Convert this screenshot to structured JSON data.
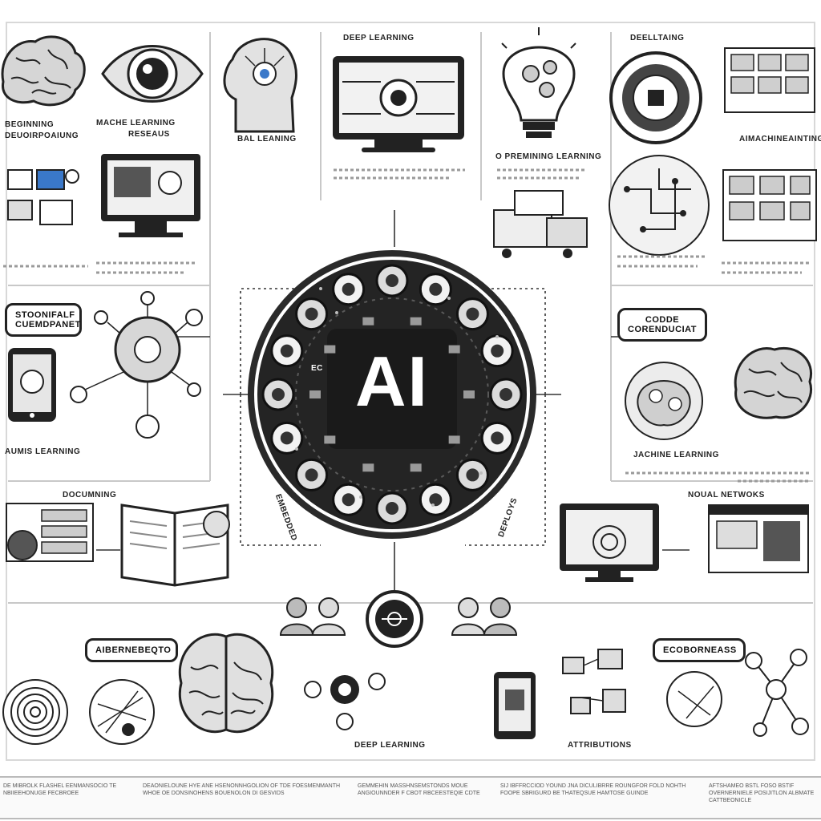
{
  "center": {
    "label": "AI"
  },
  "labels": {
    "deep_learning_top": "DEEP LEARNING",
    "deep_learning_topright": "DEELLTAING",
    "beginning": "BEGINNING",
    "beginning_sub": "DEUOIRPOAIUNG",
    "machine_learning": "MACHE LEARNING",
    "machine_learning_sub": "RESEAUS",
    "bal_leaning": "BAL LEANING",
    "o_premining": "O PREMINING LEARNING",
    "ai_machine": "AIMACHINEAINTING",
    "bottom_left_learning": "AUMIS LEARNING",
    "docuaning": "DOCUMNING",
    "jachinee": "JACHINE LEARNING",
    "neural_networks": "NOUAL NETWOKS",
    "deep_learning_bottom": "DEEP LEARNING",
    "attributions": "ATTRIBUTIONS",
    "side_left": "EMBEDDED",
    "side_right": "DEPLOYS"
  },
  "pills": {
    "left": "STOONIFALF\nCUEMDPANET",
    "right": "CODDE\nCORENDUCIAT",
    "bottom_left": "AIBERNEBEQTO",
    "bottom_right": "ECOBORNEASS",
    "center_left_icon": "EC"
  },
  "footer": [
    "DE MIBROLK FLASHEL EENMANSOCIO TE NBIIEEHONUGE FECBROEE",
    "DEAONIELOUNE HYE ANE HSENONNHGOLION OF TDE FOESMENMANTH WHOE OE DONSINOHENS BOUENOLON DI GESVIDS",
    "GEMMEHIN MASSHNSEMSTONDS MOUE ANGIOUNNDER F CBOT RBCEESTEQIE CDTE",
    "SIJ IBFFRCCIOD YOUND JNA DICULIBRRE ROUNGFOR FOLD NOHTH FOOPE SBRIGURD BE THATEQSUE HAMTOSE GUINDE",
    "AFTSHAMEO BSTL FOSO BSTIF OVERNERNIELE POSIJITLON ALBMATE CATTBEONICLE"
  ],
  "colors": {
    "ink": "#222222",
    "mid_gray": "#8a8a8a",
    "light_gray": "#d9d9d9",
    "accent_blue": "#3a78c9",
    "paper": "#ffffff"
  },
  "icons": [
    "brain-icon",
    "eye-icon",
    "head-profile-icon",
    "monitor-icon",
    "lightbulb-icon",
    "disc-icon",
    "document-grid-icon",
    "tablet-icon",
    "clipboard-icon",
    "laptop-icon",
    "boxes-icon",
    "network-hub-icon",
    "smartphone-icon",
    "open-book-icon",
    "robot-head-icon",
    "person-icon",
    "fingerprint-icon"
  ]
}
